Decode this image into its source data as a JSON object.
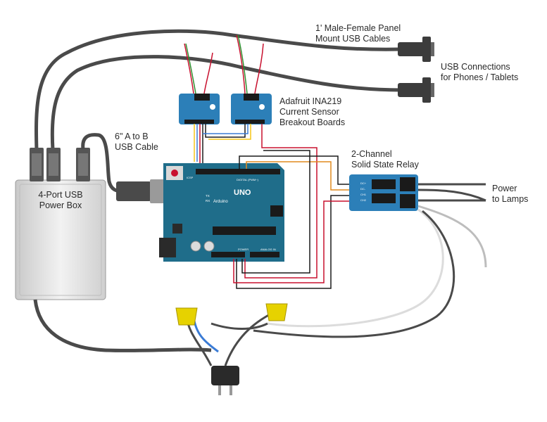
{
  "labels": {
    "usb_cables": [
      "1' Male-Female Panel",
      "Mount USB Cables"
    ],
    "usb_connections": [
      "USB Connections",
      "for Phones / Tablets"
    ],
    "sensors": [
      "Adafruit INA219",
      "Current Sensor",
      "Breakout Boards"
    ],
    "ab_cable": [
      "6\" A to B",
      "USB Cable"
    ],
    "relay": [
      "2-Channel",
      "Solid State Relay"
    ],
    "power_box": [
      "4-Port USB",
      "Power Box"
    ],
    "power_lamps": [
      "Power",
      "to Lamps"
    ]
  },
  "board": {
    "logo_text": "UNO",
    "brand": "Arduino",
    "digital_label": "DIGITAL (PWM~)",
    "power_label": "POWER",
    "analog_label": "ANALOG IN",
    "tx": "TX",
    "rx": "RX",
    "icsp": "ICSP"
  },
  "relay_board": {
    "pins": [
      "DC+",
      "DC-",
      "CH1",
      "CH2"
    ]
  },
  "colors": {
    "arduino": "#1f6d8a",
    "sensor": "#2c7fb8",
    "wire_red": "#c8102e",
    "wire_yellow": "#f5c518",
    "wire_blue": "#3a7bd5",
    "wire_orange": "#e08a1e",
    "cable": "#4a4a4a",
    "wire_nut": "#e6d200"
  }
}
